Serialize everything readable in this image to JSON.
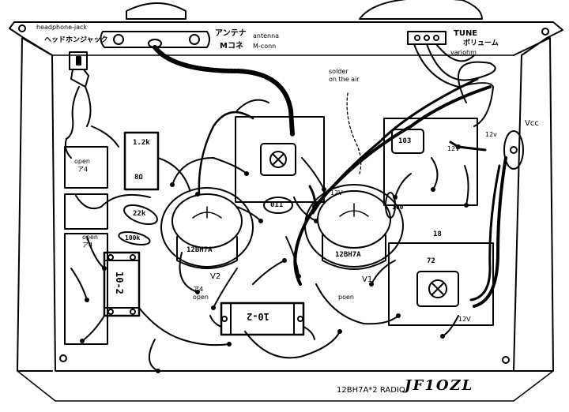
{
  "labels": {
    "headphone_en": "headphone-jack",
    "headphone_jp": "ヘッドホンジャック",
    "antenna_jp": "アンテナ",
    "antenna_en": "antenna",
    "mconn_jp": "Mコネ",
    "mconn_en": "M-conn",
    "tune": "TUNE",
    "volume_jp": "ボリューム",
    "variohm": "variohm",
    "solder": "solder",
    "on_the_air": "on the air",
    "vcc": "Vcc",
    "v12a": "12v",
    "v12b": "12V",
    "v12c": "12V",
    "v12d": "12V",
    "open1": "open",
    "open2": "open",
    "open3": "open",
    "poen": "poen",
    "pin1": "ア4",
    "pin2": "ア4",
    "pin3": "ア4",
    "v1": "V1",
    "v2": "V2",
    "caption": "12BH7A*2 RADIO",
    "callsign": "JF1OZL"
  },
  "parts": {
    "res_12k": "1.2k",
    "res_8r": "8Ω",
    "cap_22k": "22k",
    "res_100k": "100k",
    "trans_10_2_left": "10-2",
    "trans_10_2_bottom": "10-2",
    "tube_left": "12BH7A",
    "tube_right": "12BH7A",
    "cap_011": "011",
    "res_100": "100",
    "cap_103": "103",
    "r_72": "72",
    "r_18": "18"
  }
}
